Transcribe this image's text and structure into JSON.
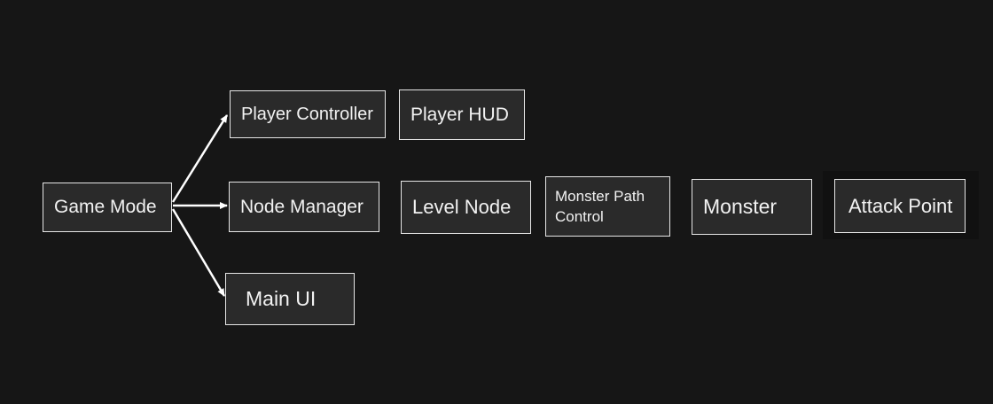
{
  "nodes": {
    "game_mode": "Game Mode",
    "player_controller": "Player Controller",
    "player_hud": "Player HUD",
    "node_manager": "Node Manager",
    "level_node": "Level Node",
    "monster_path_control": "Monster Path Control",
    "monster": "Monster",
    "attack_point": "Attack Point",
    "main_ui": "Main UI"
  },
  "edges": [
    {
      "from": "Game Mode",
      "to": "Player Controller"
    },
    {
      "from": "Game Mode",
      "to": "Node Manager"
    },
    {
      "from": "Game Mode",
      "to": "Main UI"
    }
  ],
  "colors": {
    "background": "#161616",
    "node_fill": "#2a2a2a",
    "node_border": "#e6e6e6",
    "text": "#f2f2f2",
    "arrow": "#ffffff"
  }
}
